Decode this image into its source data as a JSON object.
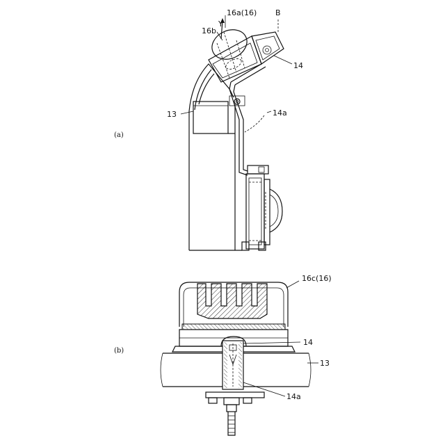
{
  "figure": {
    "panel_a": "(a)",
    "panel_b": "(b)",
    "labels_a": {
      "part_16a": "16a(16)",
      "axis_y": "Y",
      "part_16b": "16b",
      "point_b": "B",
      "part_14": "14",
      "part_13": "13",
      "part_14a": "14a"
    },
    "labels_b": {
      "part_16c": "16c(16)",
      "part_14": "14",
      "part_13": "13",
      "part_14a": "14a"
    }
  }
}
